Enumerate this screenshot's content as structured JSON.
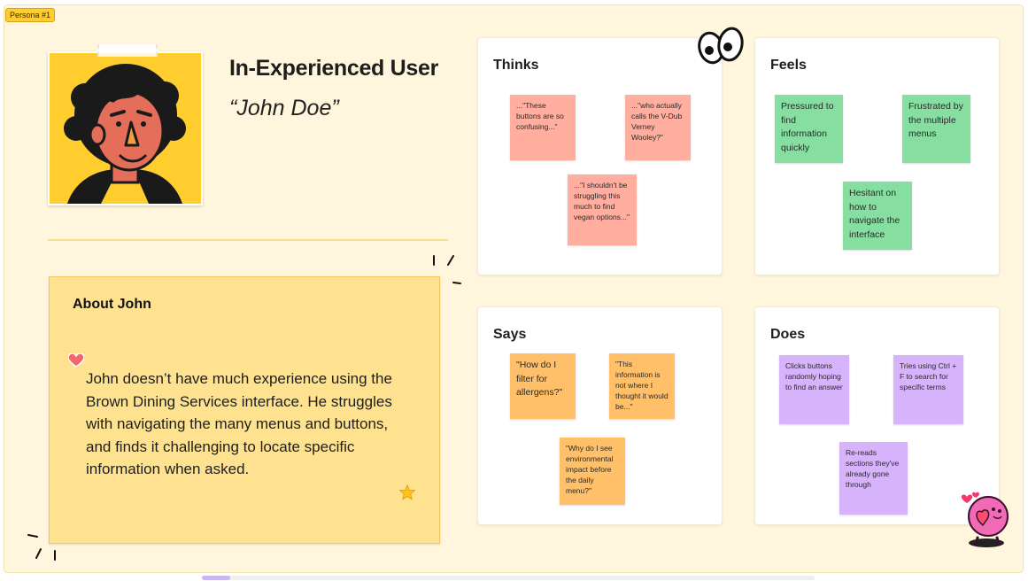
{
  "frame": {
    "tag": "Persona #1"
  },
  "persona": {
    "title": "In-Experienced User",
    "name": "“John Doe”"
  },
  "about": {
    "title": "About John",
    "body": "John doesn’t have much experience using the Brown Dining Services interface. He struggles with navigating the many menus and buttons, and finds it challenging to locate specific information when asked."
  },
  "quadrants": {
    "thinks": {
      "title": "Thinks",
      "notes": [
        "...\"These buttons are so confusing...\"",
        "...\"who actually calls the V-Dub Verney Wooley?\"",
        "...\"I shouldn't be struggling this much to find vegan options...\""
      ]
    },
    "feels": {
      "title": "Feels",
      "notes": [
        "Pressured to find information quickly",
        "Frustrated by the multiple menus",
        "Hesitant on how to navigate the interface"
      ]
    },
    "says": {
      "title": "Says",
      "notes": [
        "\"How do I filter for allergens?\"",
        "\"This information is not where I thought it would be...\"",
        "\"Why do I see environmental impact before the daily menu?\""
      ]
    },
    "does": {
      "title": "Does",
      "notes": [
        "Clicks buttons randomly hoping to find an answer",
        "Tries using Ctrl + F to search for specific terms",
        "Re-reads sections they've already gone through"
      ]
    }
  },
  "colors": {
    "board": "#fff6dd",
    "thinks_note": "#ffaea0",
    "feels_note": "#86dfa0",
    "says_note": "#ffc069",
    "does_note": "#d7b3fb"
  },
  "icons": [
    "avatar-illustration",
    "googly-eyes-icon",
    "heart-icon",
    "star-icon",
    "heart-character-sticker",
    "spark-lines-icon"
  ]
}
